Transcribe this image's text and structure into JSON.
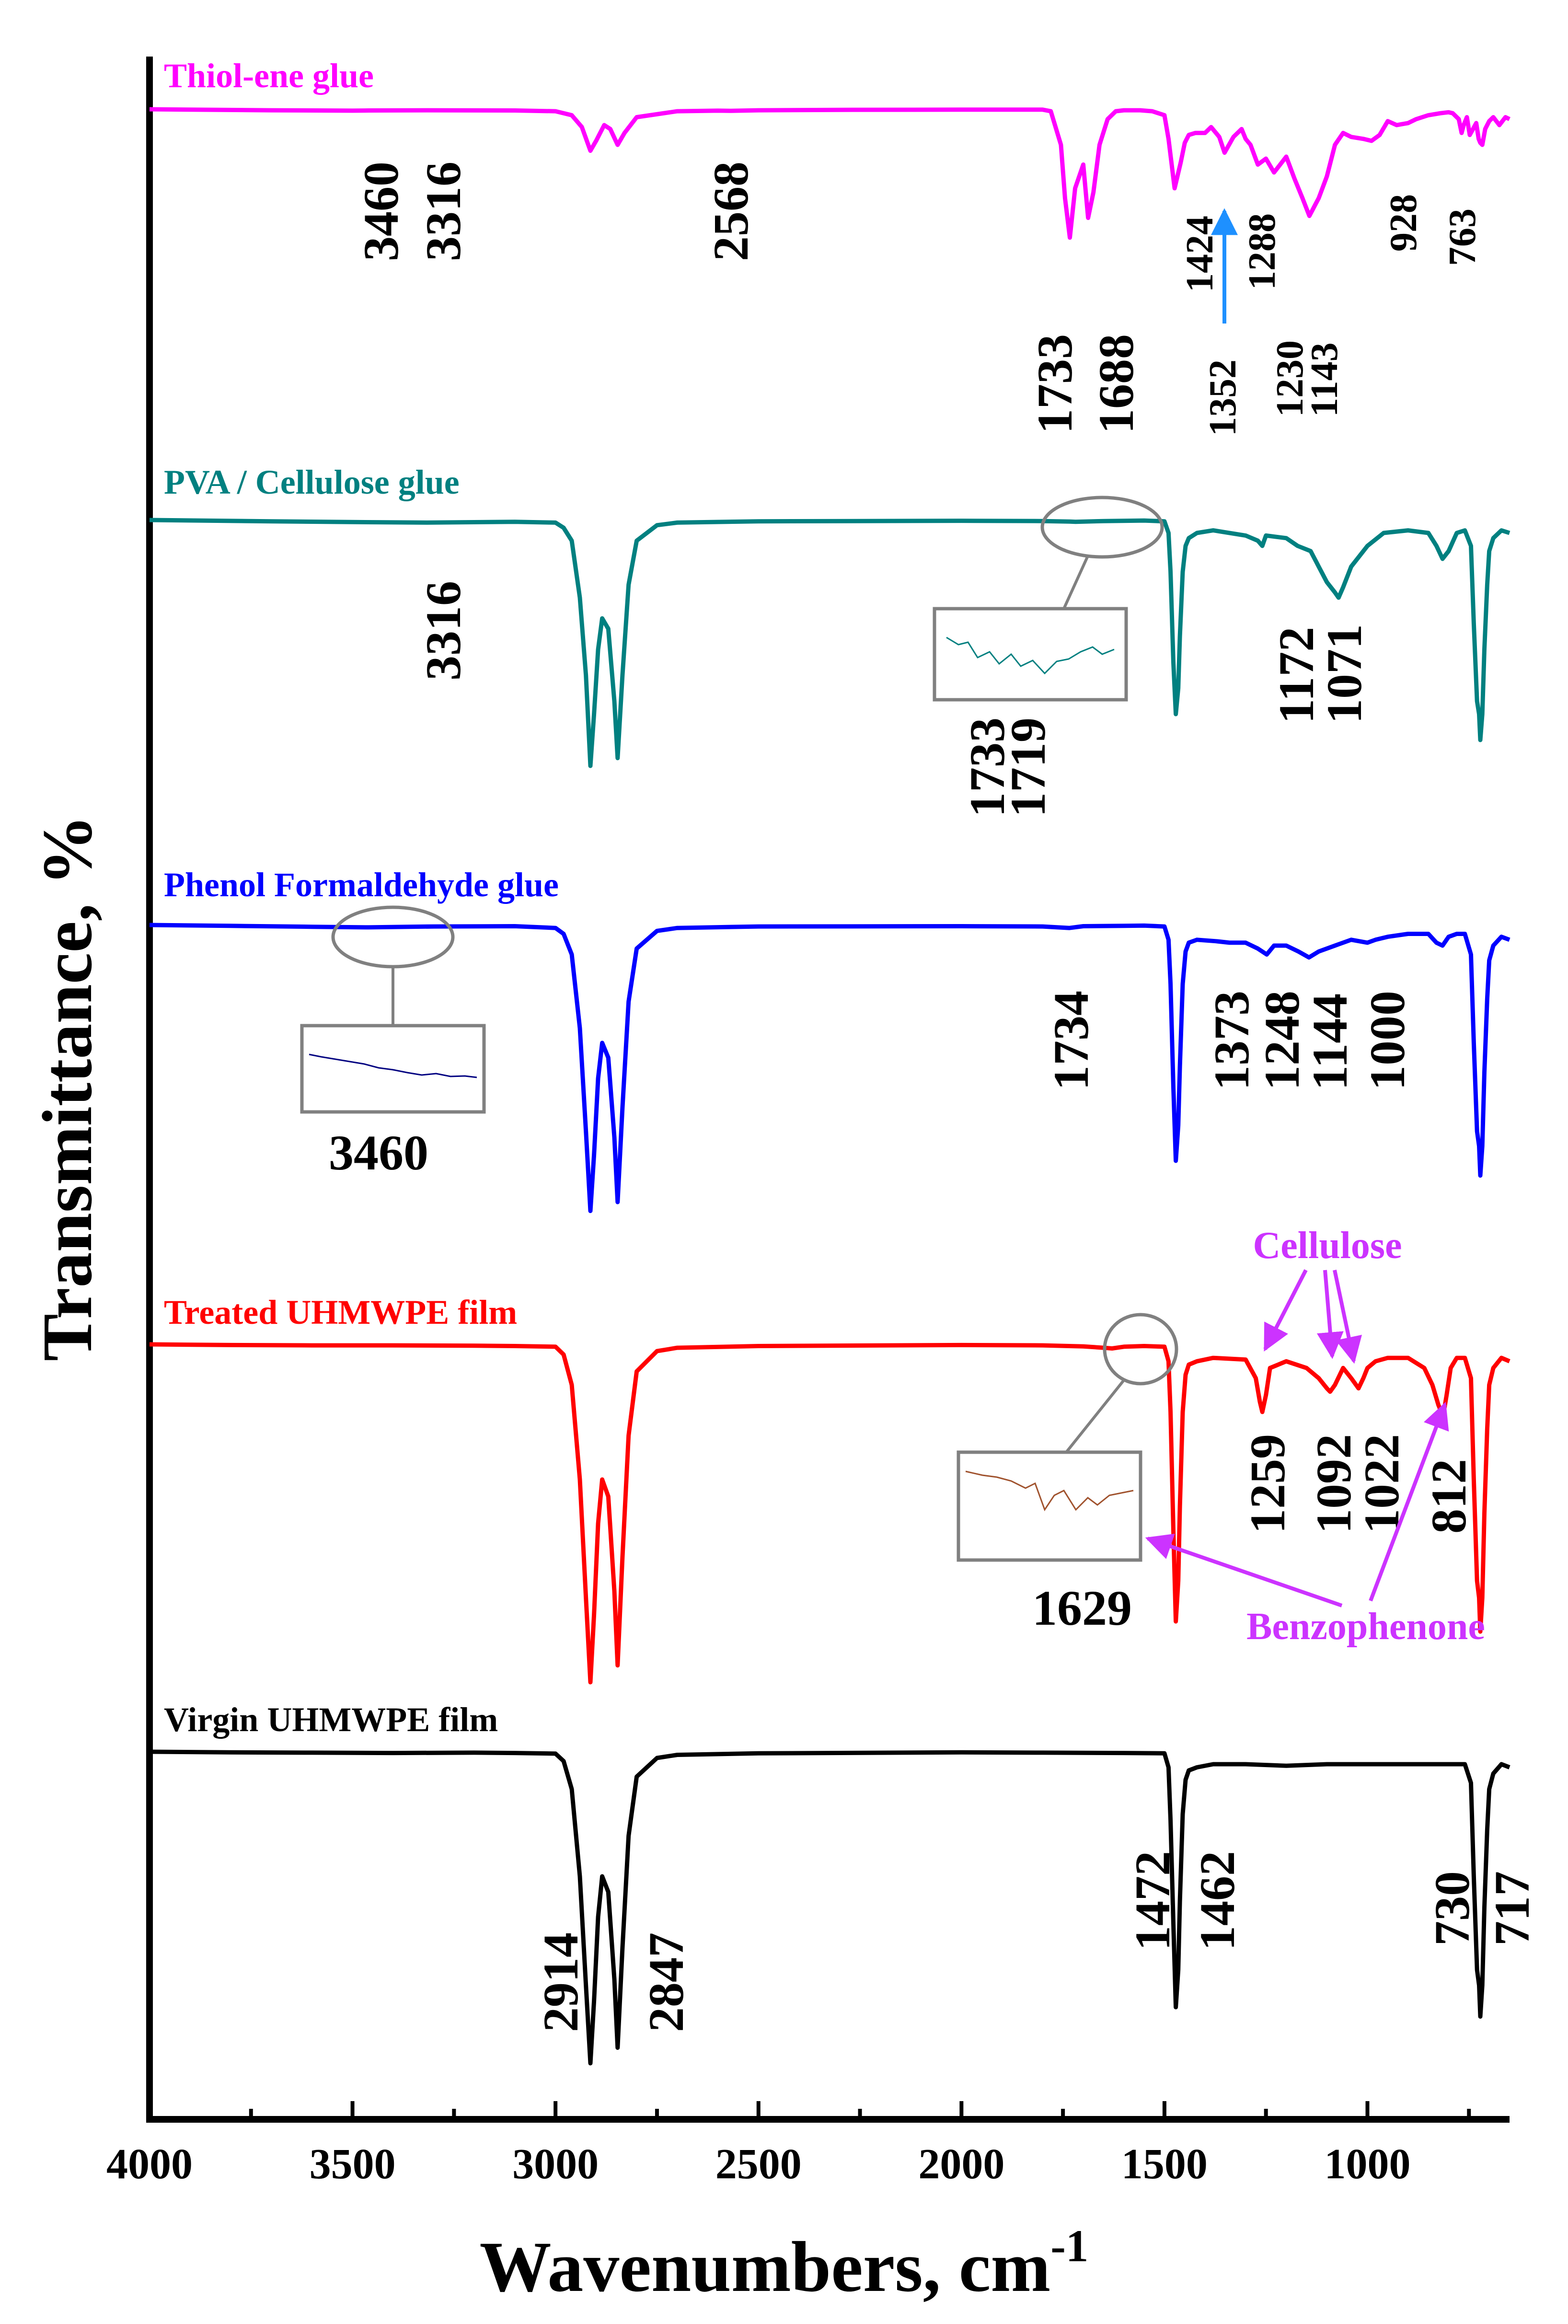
{
  "chart_data": {
    "type": "line",
    "title": "",
    "xlabel": "Wavenumbers, cm",
    "xlabel_superscript": "-1",
    "ylabel": "Transmittance, %",
    "xlim": [
      4000,
      650
    ],
    "x_ticks": [
      4000,
      3500,
      3000,
      2500,
      2000,
      1500,
      1000
    ],
    "x_tick_labels": [
      "4000",
      "3500",
      "3000",
      "2500",
      "2000",
      "1500",
      "1000"
    ],
    "x_minor_step": 250,
    "y_ticks_shown": false,
    "grid": false,
    "series": [
      {
        "name": "Thiol-ene glue",
        "color": "#ff00ff",
        "x": [
          4000,
          3700,
          3500,
          3460,
          3316,
          3100,
          3000,
          2960,
          2935,
          2914,
          2900,
          2880,
          2865,
          2847,
          2830,
          2800,
          2700,
          2600,
          2568,
          2500,
          2300,
          2000,
          1800,
          1780,
          1755,
          1745,
          1733,
          1720,
          1700,
          1688,
          1675,
          1660,
          1640,
          1620,
          1600,
          1560,
          1530,
          1500,
          1490,
          1475,
          1460,
          1450,
          1440,
          1424,
          1400,
          1385,
          1365,
          1352,
          1330,
          1310,
          1300,
          1288,
          1270,
          1250,
          1230,
          1200,
          1180,
          1160,
          1143,
          1120,
          1100,
          1080,
          1060,
          1040,
          1010,
          990,
          970,
          950,
          928,
          900,
          880,
          850,
          820,
          800,
          790,
          775,
          768,
          763,
          755,
          748,
          740,
          732,
          726,
          722,
          717,
          710,
          700,
          690,
          675,
          660,
          650
        ],
        "y": [
          100,
          99.5,
          99.3,
          99.4,
          99.5,
          99.4,
          99,
          97,
          91,
          79,
          84,
          92,
          90,
          82,
          88,
          96,
          99,
          99.3,
          99.2,
          99.5,
          99.7,
          99.8,
          99.8,
          99,
          82,
          55,
          35,
          60,
          72,
          45,
          58,
          82,
          95,
          99,
          99.5,
          99.5,
          99,
          97,
          85,
          60,
          73,
          83,
          87,
          88,
          88,
          91,
          86,
          78,
          86,
          90,
          85,
          82,
          72,
          75,
          68,
          76,
          65,
          55,
          46,
          55,
          66,
          82,
          88,
          86,
          85,
          84,
          87,
          94,
          92,
          93,
          95,
          97,
          98,
          98.5,
          98,
          95,
          88,
          92,
          96,
          87,
          90,
          93,
          85,
          83,
          82,
          90,
          94,
          96,
          92,
          96,
          95
        ]
      },
      {
        "name": "PVA / Cellulose glue",
        "color": "#008080",
        "x": [
          4000,
          3700,
          3500,
          3316,
          3100,
          3000,
          2980,
          2960,
          2940,
          2925,
          2914,
          2905,
          2895,
          2885,
          2870,
          2855,
          2847,
          2835,
          2820,
          2800,
          2750,
          2700,
          2500,
          2000,
          1800,
          1733,
          1719,
          1650,
          1550,
          1500,
          1490,
          1485,
          1478,
          1472,
          1466,
          1462,
          1455,
          1448,
          1440,
          1420,
          1380,
          1300,
          1270,
          1259,
          1250,
          1200,
          1172,
          1140,
          1120,
          1100,
          1080,
          1071,
          1060,
          1040,
          1000,
          960,
          900,
          850,
          830,
          815,
          800,
          780,
          760,
          745,
          738,
          730,
          725,
          722,
          717,
          712,
          705,
          700,
          690,
          670,
          650
        ],
        "y": [
          100,
          99.5,
          99.2,
          99.0,
          99.3,
          99,
          97,
          92,
          70,
          40,
          5,
          25,
          50,
          62,
          58,
          30,
          8,
          40,
          75,
          92,
          98,
          99,
          99.5,
          99.7,
          99.6,
          99.4,
          99.3,
          99.6,
          99.8,
          99.5,
          95,
          80,
          45,
          25,
          35,
          55,
          80,
          90,
          93,
          95,
          96,
          94,
          92,
          90,
          94,
          93,
          90,
          88,
          82,
          76,
          72,
          70,
          74,
          82,
          90,
          95,
          96,
          95,
          90,
          85,
          88,
          95,
          96,
          90,
          60,
          30,
          25,
          15,
          25,
          50,
          75,
          88,
          93,
          96,
          95
        ]
      },
      {
        "name": "Phenol Formaldehyde glue",
        "color": "#0000ff",
        "x": [
          4000,
          3800,
          3600,
          3460,
          3300,
          3100,
          3000,
          2980,
          2960,
          2940,
          2925,
          2914,
          2905,
          2895,
          2885,
          2870,
          2855,
          2847,
          2835,
          2820,
          2800,
          2750,
          2700,
          2500,
          2000,
          1800,
          1734,
          1700,
          1600,
          1550,
          1500,
          1490,
          1485,
          1478,
          1472,
          1466,
          1462,
          1455,
          1448,
          1440,
          1420,
          1373,
          1340,
          1300,
          1270,
          1248,
          1230,
          1200,
          1170,
          1144,
          1120,
          1080,
          1040,
          1000,
          980,
          950,
          900,
          850,
          830,
          815,
          800,
          780,
          760,
          745,
          738,
          730,
          725,
          722,
          717,
          712,
          705,
          700,
          690,
          670,
          650
        ],
        "y": [
          100,
          99.7,
          99.4,
          99.2,
          99.5,
          99.6,
          99,
          97,
          90,
          65,
          30,
          3,
          22,
          48,
          60,
          55,
          28,
          6,
          38,
          74,
          92,
          98,
          99,
          99.5,
          99.6,
          99.5,
          99.0,
          99.6,
          99.7,
          99.8,
          99.5,
          95,
          80,
          45,
          20,
          32,
          52,
          80,
          91,
          94,
          95,
          94.5,
          94,
          94,
          92,
          90,
          93,
          93,
          91,
          89,
          91,
          93,
          95,
          94,
          95,
          96,
          97,
          97,
          94,
          93,
          96,
          97,
          97,
          90,
          60,
          30,
          25,
          15,
          25,
          50,
          75,
          88,
          93,
          96,
          95
        ]
      },
      {
        "name": "Treated UHMWPE film",
        "color": "#ff0000",
        "x": [
          4000,
          3800,
          3600,
          3400,
          3200,
          3100,
          3000,
          2980,
          2960,
          2940,
          2925,
          2914,
          2905,
          2895,
          2885,
          2870,
          2855,
          2847,
          2835,
          2820,
          2800,
          2750,
          2700,
          2500,
          2000,
          1800,
          1700,
          1650,
          1629,
          1600,
          1550,
          1500,
          1490,
          1485,
          1478,
          1472,
          1466,
          1462,
          1455,
          1448,
          1440,
          1420,
          1380,
          1300,
          1275,
          1265,
          1259,
          1250,
          1240,
          1200,
          1150,
          1120,
          1100,
          1092,
          1080,
          1060,
          1040,
          1022,
          1010,
          1000,
          980,
          950,
          900,
          860,
          840,
          825,
          818,
          812,
          805,
          795,
          780,
          760,
          745,
          738,
          730,
          725,
          722,
          717,
          712,
          705,
          700,
          690,
          670,
          650
        ],
        "y": [
          100,
          99.8,
          99.7,
          99.7,
          99.6,
          99.5,
          99.3,
          97,
          88,
          60,
          25,
          0,
          20,
          47,
          60,
          55,
          27,
          5,
          37,
          73,
          92,
          98,
          99,
          99.5,
          99.8,
          99.7,
          99.4,
          99.0,
          98.8,
          99.3,
          99.5,
          99.3,
          95,
          80,
          45,
          18,
          30,
          52,
          80,
          91,
          94,
          95,
          96,
          95.5,
          90,
          83,
          80,
          85,
          93,
          95,
          93,
          90,
          87,
          86,
          88,
          93,
          90,
          87,
          90,
          93,
          95,
          96,
          96,
          93,
          88,
          82,
          80,
          80,
          85,
          93,
          96,
          96,
          90,
          60,
          30,
          25,
          15,
          25,
          50,
          75,
          88,
          93,
          96,
          95
        ]
      },
      {
        "name": "Virgin UHMWPE film",
        "color": "#000000",
        "x": [
          4000,
          3800,
          3600,
          3400,
          3200,
          3100,
          3000,
          2980,
          2960,
          2940,
          2925,
          2914,
          2905,
          2895,
          2885,
          2870,
          2855,
          2847,
          2835,
          2820,
          2800,
          2750,
          2700,
          2500,
          2000,
          1800,
          1600,
          1500,
          1490,
          1485,
          1478,
          1472,
          1466,
          1462,
          1455,
          1448,
          1440,
          1420,
          1380,
          1300,
          1200,
          1100,
          1000,
          900,
          800,
          760,
          745,
          738,
          730,
          725,
          722,
          717,
          712,
          705,
          700,
          690,
          670,
          650
        ],
        "y": [
          100,
          99.8,
          99.7,
          99.6,
          99.7,
          99.6,
          99.4,
          97,
          88,
          60,
          25,
          0,
          20,
          47,
          60,
          55,
          27,
          5,
          37,
          73,
          92,
          98,
          99,
          99.5,
          99.8,
          99.7,
          99.6,
          99.5,
          95,
          78,
          45,
          18,
          30,
          52,
          80,
          91,
          94,
          95,
          96,
          96,
          95.5,
          96,
          96,
          96,
          96,
          96,
          90,
          60,
          30,
          25,
          15,
          25,
          50,
          75,
          88,
          93,
          96,
          95
        ]
      }
    ],
    "annotations": {
      "thiol": [
        "3460",
        "3316",
        "2568",
        "1733",
        "1688",
        "1424",
        "1352",
        "1288",
        "1230",
        "1143",
        "928",
        "763"
      ],
      "pva": [
        "3316",
        "1733",
        "1719",
        "1172",
        "1071"
      ],
      "phenol": [
        "1734",
        "1373",
        "1248",
        "1144",
        "1000",
        "3460"
      ],
      "treated": [
        "1259",
        "1092",
        "1022",
        "812",
        "1629"
      ],
      "virgin": [
        "2914",
        "2847",
        "1472",
        "1462",
        "730",
        "717"
      ],
      "cellulose_label": "Cellulose",
      "benzophenone_label": "Benzophenone"
    },
    "colors": {
      "axis": "#000000",
      "callout": "#808080",
      "annotation_arrow": "#cc33ff",
      "thiol_arrow": "#1e90ff"
    }
  }
}
